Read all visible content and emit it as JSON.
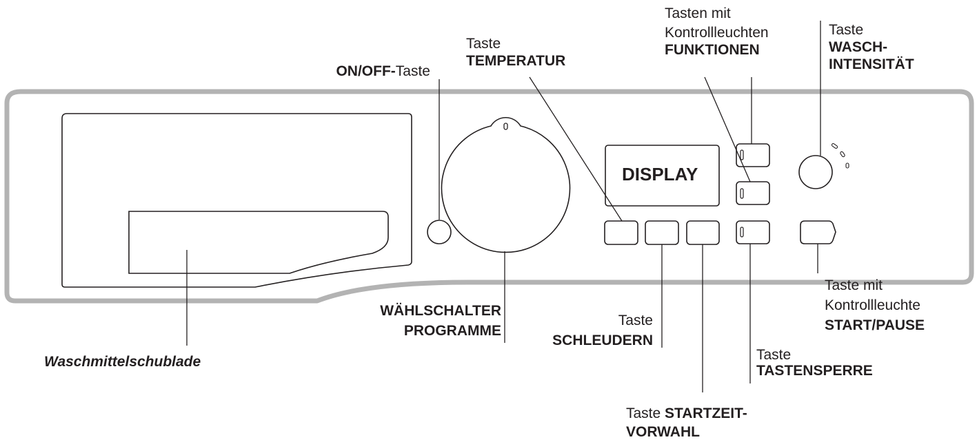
{
  "colors": {
    "panel_outline": "#b3b3b3",
    "line": "#231f20",
    "text": "#231f20",
    "background": "#ffffff"
  },
  "display": {
    "text": "DISPLAY"
  },
  "labels": {
    "on_off": {
      "bold": "ON/OFF-",
      "normal": "Taste"
    },
    "temperatur": {
      "line1": "Taste",
      "line2": "TEMPERATUR"
    },
    "funktionen": {
      "line1": "Tasten mit",
      "line2": "Kontrollleuchten",
      "line3": "FUNKTIONEN"
    },
    "waschintensitaet": {
      "line1": "Taste",
      "line2": "WASCH-",
      "line3": "INTENSITÄT"
    },
    "waehlschalter": {
      "line1": "WÄHLSCHALTER",
      "line2": "PROGRAMME"
    },
    "schleudern": {
      "line1": "Taste",
      "line2": "SCHLEUDERN"
    },
    "start_pause": {
      "line1": "Taste mit",
      "line2": "Kontrollleuchte",
      "line3": "START/PAUSE"
    },
    "tastensperre": {
      "line1": "Taste",
      "line2": "TASTENSPERRE"
    },
    "startzeitvorwahl": {
      "normal": "Taste ",
      "bold1": "STARTZEIT-",
      "bold2": "VORWAHL"
    },
    "waschmittelschublade": {
      "text": "Waschmittelschublade"
    }
  }
}
